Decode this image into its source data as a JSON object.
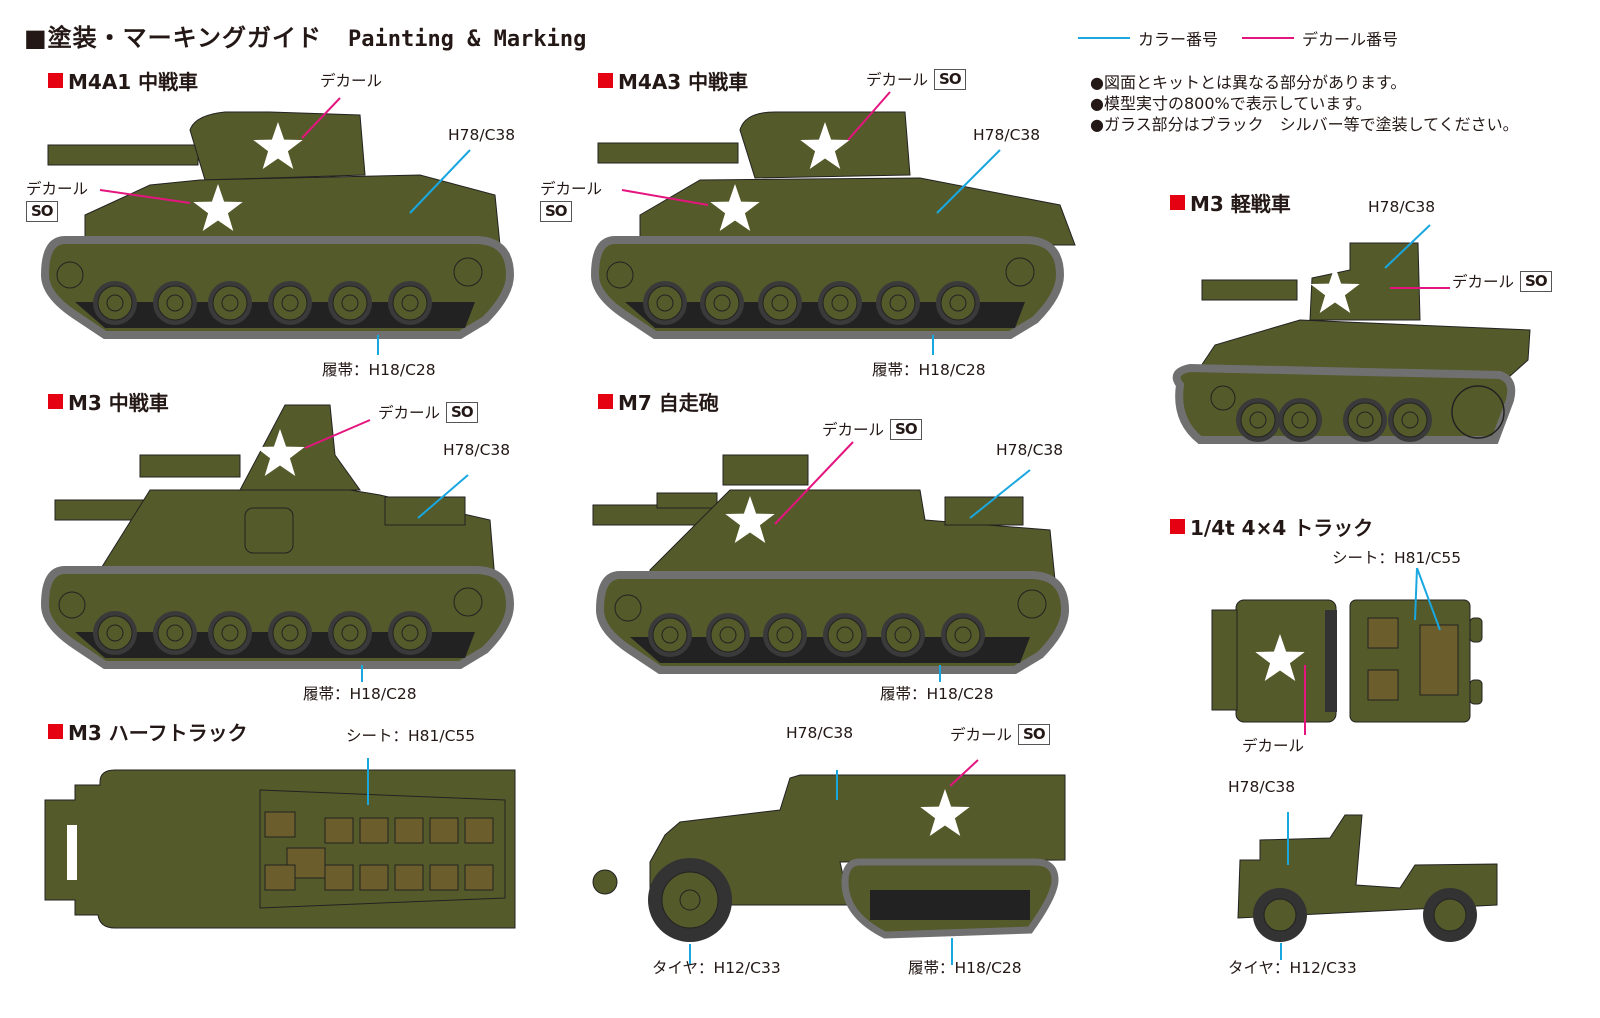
{
  "header": {
    "title_jp": "■塗装・マーキングガイド",
    "title_en": "Painting & Marking"
  },
  "legend": {
    "color_number": {
      "label": "カラー番号",
      "color": "#19a7e0"
    },
    "decal_number": {
      "label": "デカール番号",
      "color": "#e4157f"
    }
  },
  "notes": [
    "●図面とキットとは異なる部分があります。",
    "●模型実寸の800%で表示しています。",
    "●ガラス部分はブラック　シルバー等で塗装してください。"
  ],
  "colors": {
    "accent_red": "#e50012",
    "olive_drab": "#555a2a",
    "seat_brown": "#6b5d2c",
    "track_gray": "#707070",
    "tire_black": "#333333"
  },
  "decal_code": "SO",
  "vehicles": [
    {
      "id": "m4a1",
      "title": "M4A1 中戦車",
      "body_color": "H78/C38",
      "track_color": "履帯：H18/C28",
      "decal_label": "デカール"
    },
    {
      "id": "m4a3",
      "title": "M4A3 中戦車",
      "body_color": "H78/C38",
      "track_color": "履帯：H18/C28",
      "decal_label": "デカール"
    },
    {
      "id": "m3light",
      "title": "M3 軽戦車",
      "body_color": "H78/C38",
      "decal_label": "デカール"
    },
    {
      "id": "m3medium",
      "title": "M3 中戦車",
      "body_color": "H78/C38",
      "track_color": "履帯：H18/C28",
      "decal_label": "デカール"
    },
    {
      "id": "m7",
      "title": "M7 自走砲",
      "body_color": "H78/C38",
      "track_color": "履帯：H18/C28",
      "decal_label": "デカール"
    },
    {
      "id": "jeep",
      "title": "1/4t 4×4 トラック",
      "seat_color": "シート：H81/C55",
      "body_color": "H78/C38",
      "tire_color": "タイヤ：H12/C33",
      "decal_label": "デカール"
    },
    {
      "id": "halftrack",
      "title": "M3 ハーフトラック",
      "seat_color": "シート：H81/C55",
      "body_color": "H78/C38",
      "tire_color": "タイヤ：H12/C33",
      "track_color": "履帯：H18/C28",
      "decal_label": "デカール"
    }
  ]
}
